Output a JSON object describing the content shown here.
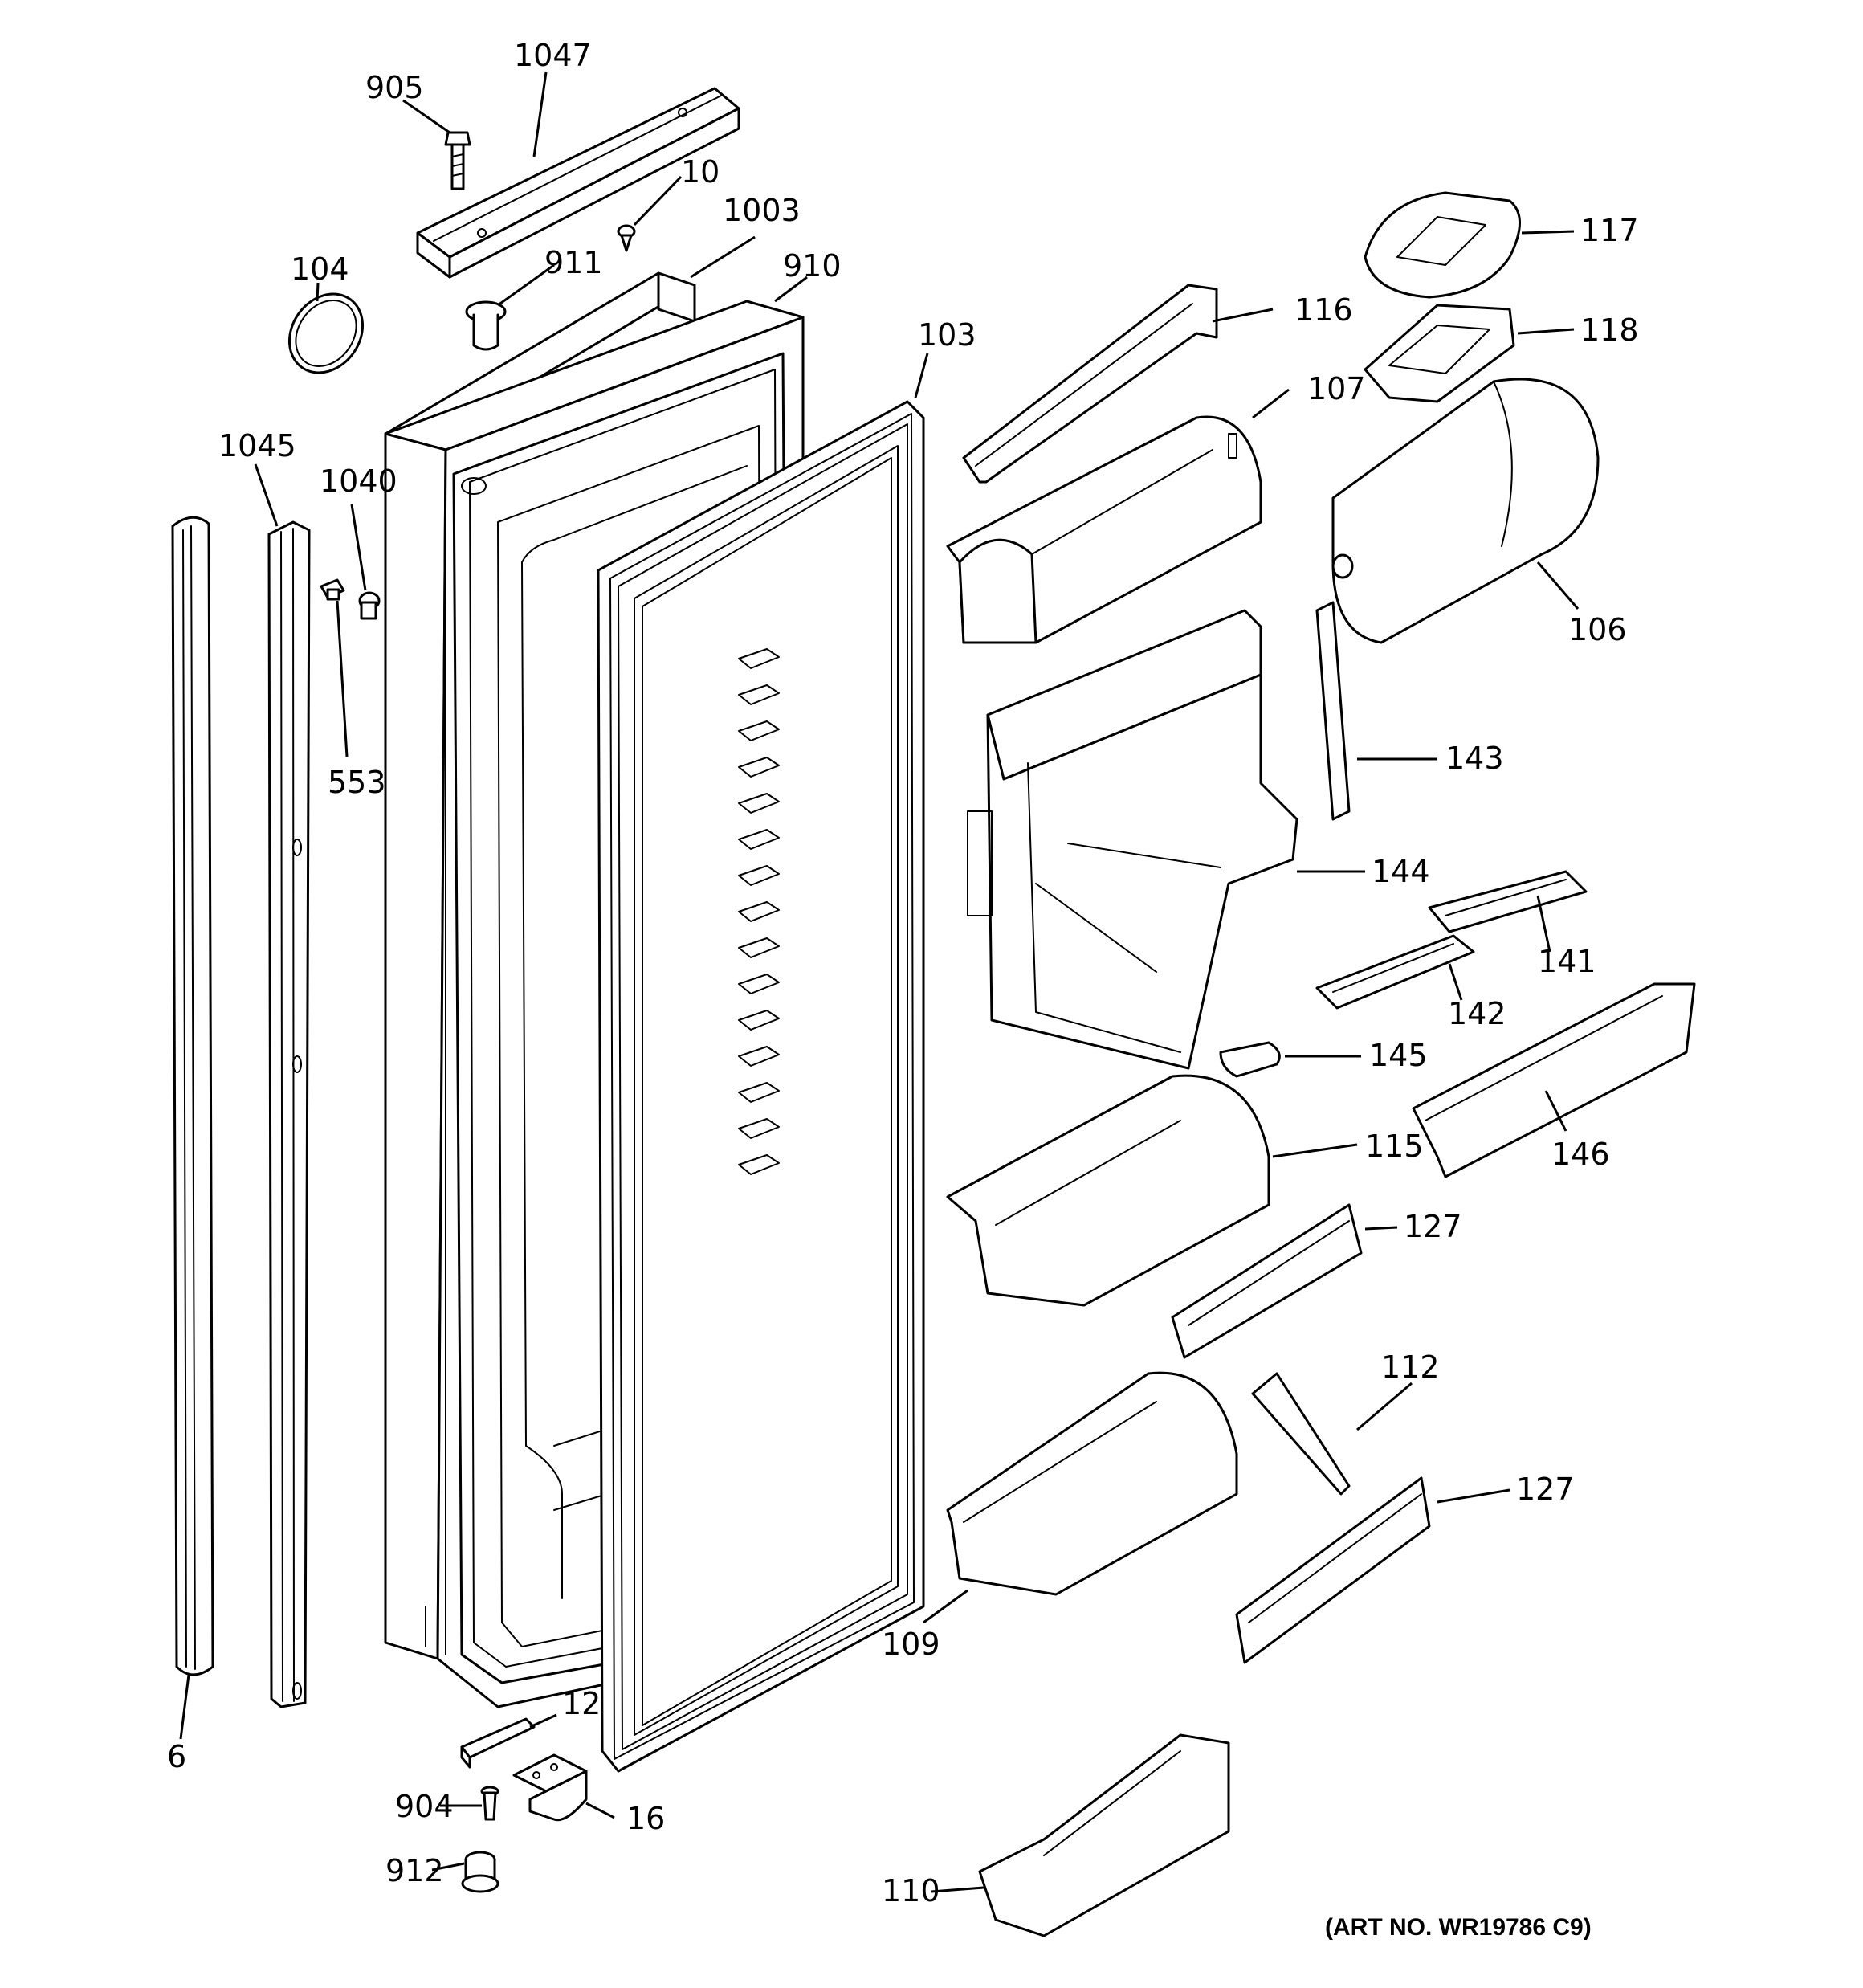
{
  "labels": {
    "l905": "905",
    "l1047": "1047",
    "l10": "10",
    "l1003": "1003",
    "l911": "911",
    "l910": "910",
    "l104": "104",
    "l103": "103",
    "l1045": "1045",
    "l1040": "1040",
    "l553": "553",
    "l6": "6",
    "l12": "12",
    "l904": "904",
    "l16": "16",
    "l912": "912",
    "l117": "117",
    "l118": "118",
    "l116": "116",
    "l107": "107",
    "l106": "106",
    "l143": "143",
    "l144": "144",
    "l141": "141",
    "l142": "142",
    "l145": "145",
    "l115": "115",
    "l146": "146",
    "l127a": "127",
    "l112": "112",
    "l127b": "127",
    "l109": "109",
    "l110": "110"
  },
  "art_number": "(ART NO. WR19786 C9)"
}
